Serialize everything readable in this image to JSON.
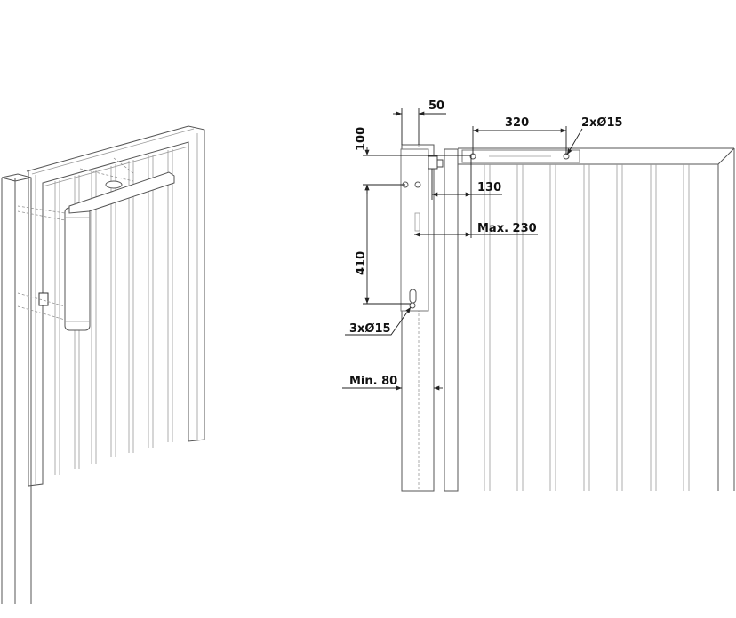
{
  "dimensions": {
    "post_offset": "50",
    "top_offset": "100",
    "arm_holes_spacing": "320",
    "arm_holes": "2xØ15",
    "arm_offset": "130",
    "max_offset": "Max. 230",
    "body_height": "410",
    "body_holes": "3xØ15",
    "min_post_width": "Min. 80"
  }
}
